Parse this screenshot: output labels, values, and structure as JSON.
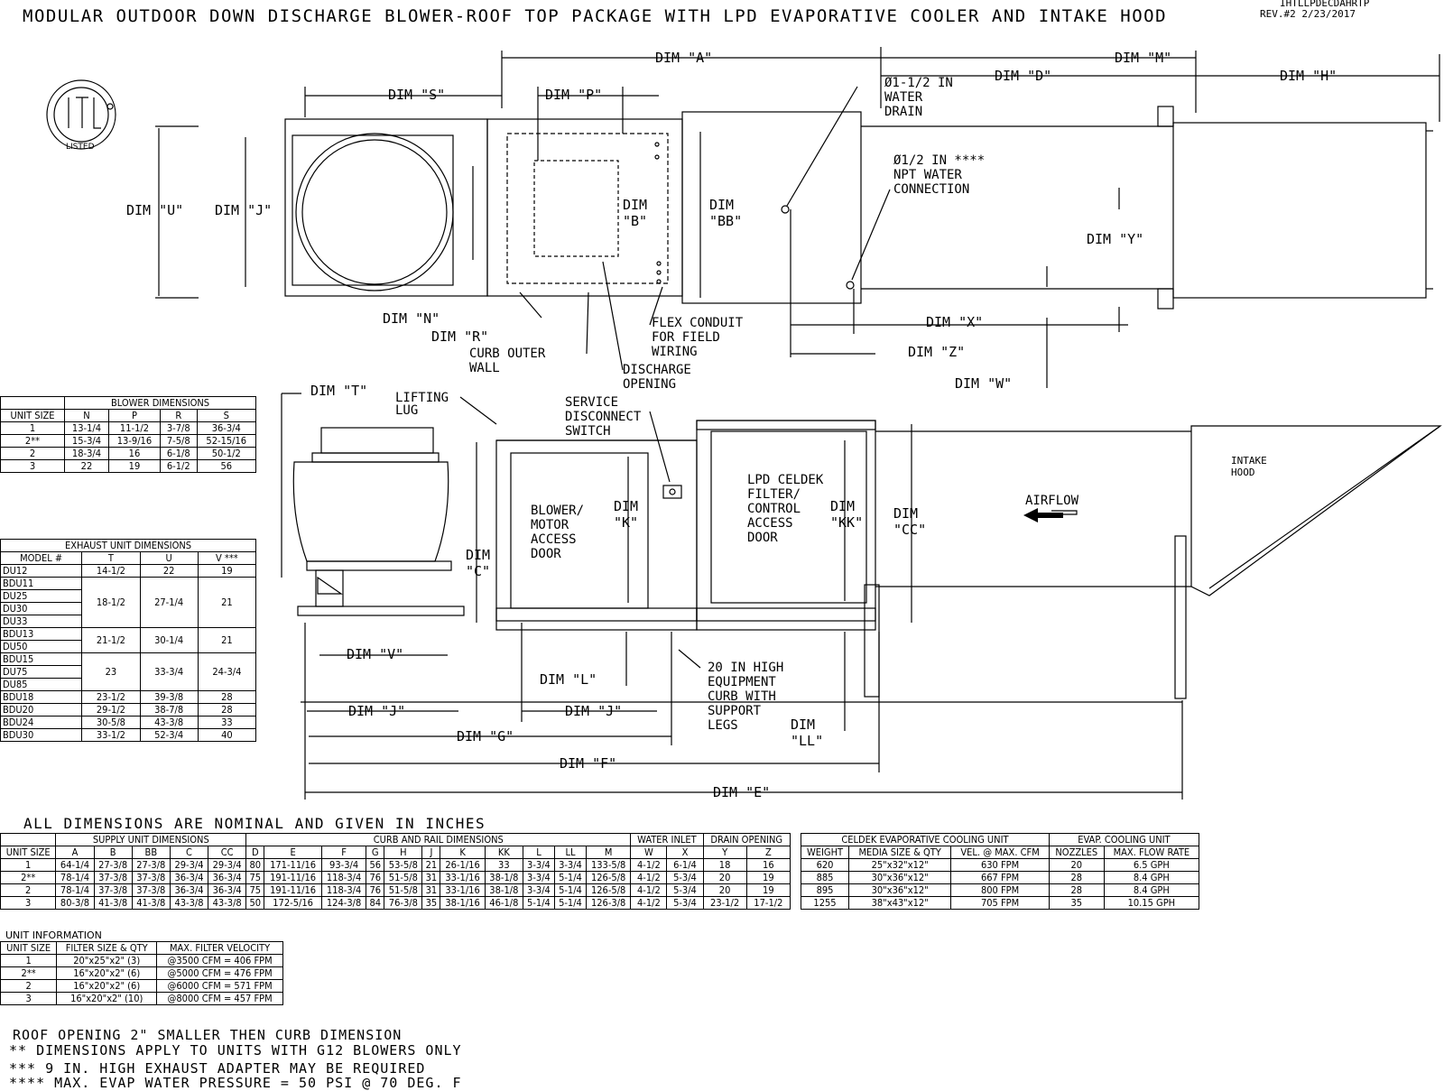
{
  "title": "MODULAR OUTDOOR DOWN DISCHARGE BLOWER-ROOF TOP PACKAGE WITH LPD EVAPORATIVE COOLER AND INTAKE HOOD",
  "drawing_id": "IHTLLPDECDAHRTP",
  "revision": "REV.#2   2/23/2017",
  "logo_text": "LISTED",
  "top_view": {
    "dim_a": "DIM \"A\"",
    "dim_m": "DIM \"M\"",
    "dim_d": "DIM \"D\"",
    "dim_h": "DIM \"H\"",
    "dim_s": "DIM \"S\"",
    "dim_p": "DIM \"P\"",
    "dim_u": "DIM \"U\"",
    "dim_j": "DIM \"J\"",
    "dim_b": "DIM\n\"B\"",
    "dim_bb": "DIM\n\"BB\"",
    "dim_y": "DIM \"Y\"",
    "dim_n": "DIM \"N\"",
    "dim_r": "DIM \"R\"",
    "dim_x": "DIM \"X\"",
    "dim_z": "DIM \"Z\"",
    "dim_w": "DIM \"W\"",
    "water_drain": "Ø1-1/2 IN\nWATER\nDRAIN",
    "water_conn": "Ø1/2 IN ****\nNPT WATER\nCONNECTION",
    "flex_conduit": "FLEX CONDUIT\nFOR FIELD\nWIRING",
    "curb_wall": "CURB OUTER\nWALL",
    "discharge": "DISCHARGE\nOPENING"
  },
  "side_view": {
    "dim_t": "DIM \"T\"",
    "lifting_lug": "LIFTING\nLUG",
    "service_switch": "SERVICE\nDISCONNECT\nSWITCH",
    "blower_door": "BLOWER/\nMOTOR\nACCESS\nDOOR",
    "dim_k": "DIM\n\"K\"",
    "dim_c": "DIM\n\"C\"",
    "celdek_door": "LPD CELDEK\nFILTER/\nCONTROL\nACCESS\nDOOR",
    "dim_kk": "DIM\n\"KK\"",
    "dim_cc": "DIM\n\"CC\"",
    "airflow": "AIRFLOW",
    "intake_hood": "INTAKE\nHOOD",
    "dim_v": "DIM \"V\"",
    "dim_l": "DIM \"L\"",
    "curb_note": "20 IN HIGH\nEQUIPMENT\nCURB WITH\nSUPPORT\nLEGS",
    "dim_ll": "DIM\n\"LL\"",
    "dim_j1": "DIM \"J\"",
    "dim_j2": "DIM \"J\"",
    "dim_g": "DIM \"G\"",
    "dim_f": "DIM \"F\"",
    "dim_e": "DIM \"E\""
  },
  "blower_table": {
    "caption": "BLOWER DIMENSIONS",
    "headers": [
      "UNIT SIZE",
      "N",
      "P",
      "R",
      "S"
    ],
    "rows": [
      [
        "1",
        "13-1/4",
        "11-1/2",
        "3-7/8",
        "36-3/4"
      ],
      [
        "2**",
        "15-3/4",
        "13-9/16",
        "7-5/8",
        "52-15/16"
      ],
      [
        "2",
        "18-3/4",
        "16",
        "6-1/8",
        "50-1/2"
      ],
      [
        "3",
        "22",
        "19",
        "6-1/2",
        "56"
      ]
    ]
  },
  "exhaust_table": {
    "caption": "EXHAUST UNIT DIMENSIONS",
    "headers": [
      "MODEL #",
      "T",
      "U",
      "V ***"
    ],
    "rows": [
      {
        "models": [
          "DU12"
        ],
        "t": "14-1/2",
        "u": "22",
        "v": "19"
      },
      {
        "models": [
          "BDU11",
          "DU25",
          "DU30",
          "DU33"
        ],
        "t": "18-1/2",
        "u": "27-1/4",
        "v": "21"
      },
      {
        "models": [
          "BDU13",
          "DU50"
        ],
        "t": "21-1/2",
        "u": "30-1/4",
        "v": "21"
      },
      {
        "models": [
          "BDU15",
          "DU75",
          "DU85"
        ],
        "t": "23",
        "u": "33-3/4",
        "v": "24-3/4"
      },
      {
        "models": [
          "BDU18"
        ],
        "t": "23-1/2",
        "u": "39-3/8",
        "v": "28"
      },
      {
        "models": [
          "BDU20"
        ],
        "t": "29-1/2",
        "u": "38-7/8",
        "v": "28"
      },
      {
        "models": [
          "BDU24"
        ],
        "t": "30-5/8",
        "u": "43-3/8",
        "v": "33"
      },
      {
        "models": [
          "BDU30"
        ],
        "t": "33-1/2",
        "u": "52-3/4",
        "v": "40"
      }
    ]
  },
  "nominal_note": "ALL DIMENSIONS ARE NOMINAL AND GIVEN IN INCHES",
  "main_table": {
    "groups": [
      "SUPPLY UNIT DIMENSIONS",
      "CURB AND RAIL DIMENSIONS",
      "WATER INLET",
      "DRAIN OPENING"
    ],
    "headers": [
      "UNIT SIZE",
      "A",
      "B",
      "BB",
      "C",
      "CC",
      "D",
      "E",
      "F",
      "G",
      "H",
      "J",
      "K",
      "KK",
      "L",
      "LL",
      "M",
      "W",
      "X",
      "Y",
      "Z"
    ],
    "rows": [
      [
        "1",
        "64-1/4",
        "27-3/8",
        "27-3/8",
        "29-3/4",
        "29-3/4",
        "80",
        "171-11/16",
        "93-3/4",
        "56",
        "53-5/8",
        "21",
        "26-1/16",
        "33",
        "3-3/4",
        "3-3/4",
        "133-5/8",
        "4-1/2",
        "6-1/4",
        "18",
        "16"
      ],
      [
        "2**",
        "78-1/4",
        "37-3/8",
        "37-3/8",
        "36-3/4",
        "36-3/4",
        "75",
        "191-11/16",
        "118-3/4",
        "76",
        "51-5/8",
        "31",
        "33-1/16",
        "38-1/8",
        "3-3/4",
        "5-1/4",
        "126-5/8",
        "4-1/2",
        "5-3/4",
        "20",
        "19"
      ],
      [
        "2",
        "78-1/4",
        "37-3/8",
        "37-3/8",
        "36-3/4",
        "36-3/4",
        "75",
        "191-11/16",
        "118-3/4",
        "76",
        "51-5/8",
        "31",
        "33-1/16",
        "38-1/8",
        "3-3/4",
        "5-1/4",
        "126-5/8",
        "4-1/2",
        "5-3/4",
        "20",
        "19"
      ],
      [
        "3",
        "80-3/8",
        "41-3/8",
        "41-3/8",
        "43-3/8",
        "43-3/8",
        "50",
        "172-5/16",
        "124-3/8",
        "84",
        "76-3/8",
        "35",
        "38-1/16",
        "46-1/8",
        "5-1/4",
        "5-1/4",
        "126-3/8",
        "4-1/2",
        "5-3/4",
        "23-1/2",
        "17-1/2"
      ]
    ]
  },
  "celdek_table": {
    "groups": [
      "CELDEK EVAPORATIVE COOLING UNIT",
      "EVAP. COOLING UNIT"
    ],
    "headers": [
      "WEIGHT",
      "MEDIA SIZE & QTY",
      "VEL. @ MAX. CFM",
      "NOZZLES",
      "MAX. FLOW RATE"
    ],
    "rows": [
      [
        "620",
        "25\"x32\"x12\"",
        "630 FPM",
        "20",
        "6.5  GPH"
      ],
      [
        "885",
        "30\"x36\"x12\"",
        "667 FPM",
        "28",
        "8.4  GPH"
      ],
      [
        "895",
        "30\"x36\"x12\"",
        "800 FPM",
        "28",
        "8.4  GPH"
      ],
      [
        "1255",
        "38\"x43\"x12\"",
        "705 FPM",
        "35",
        "10.15  GPH"
      ]
    ]
  },
  "unit_table": {
    "caption": "UNIT INFORMATION",
    "headers": [
      "UNIT SIZE",
      "FILTER SIZE & QTY",
      "MAX. FILTER VELOCITY"
    ],
    "rows": [
      [
        "1",
        "20\"x25\"x2\" (3)",
        "@3500 CFM = 406 FPM"
      ],
      [
        "2**",
        "16\"x20\"x2\" (6)",
        "@5000 CFM = 476 FPM"
      ],
      [
        "2",
        "16\"x20\"x2\" (6)",
        "@6000 CFM = 571 FPM"
      ],
      [
        "3",
        "16\"x20\"x2\" (10)",
        "@8000 CFM = 457 FPM"
      ]
    ]
  },
  "notes": [
    "ROOF OPENING 2\" SMALLER THEN CURB DIMENSION",
    "** DIMENSIONS APPLY TO UNITS WITH G12 BLOWERS ONLY",
    "*** 9 IN. HIGH EXHAUST ADAPTER MAY BE REQUIRED",
    "**** MAX. EVAP WATER PRESSURE = 50 PSI @ 70 DEG. F"
  ]
}
